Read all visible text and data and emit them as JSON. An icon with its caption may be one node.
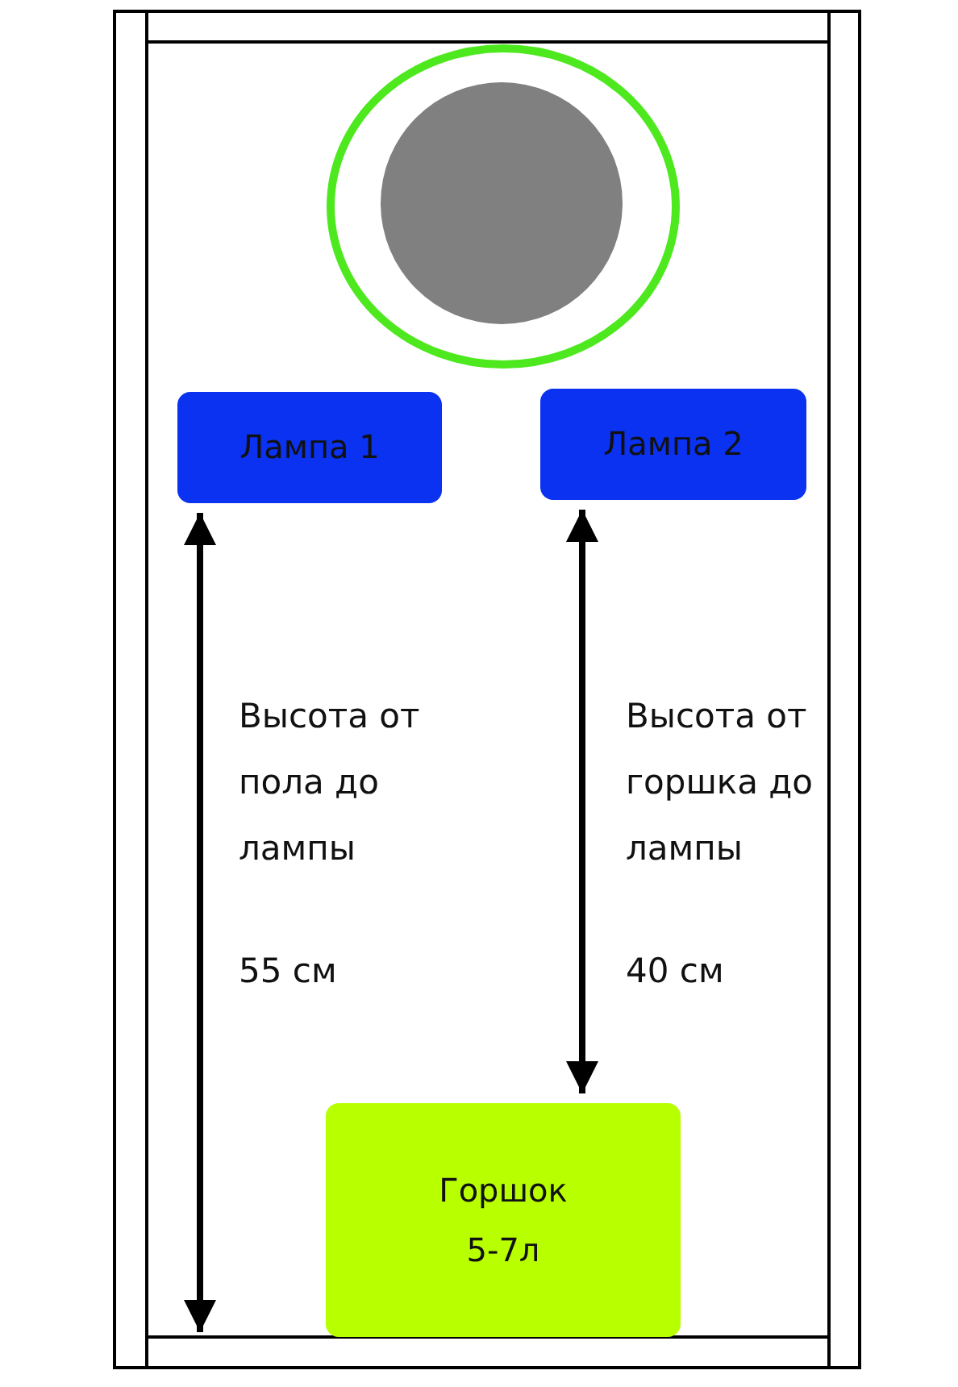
{
  "diagram": {
    "nodes": [
      {
        "text": [
          "Лампа 1"
        ]
      },
      {
        "text": [
          "Лампа 2"
        ]
      },
      {
        "text": [
          "Горшок 5-7л"
        ]
      }
    ],
    "edges": [
      {
        "from": 1,
        "to": 2,
        "arrow": "both"
      }
    ],
    "labels": [
      "Высота от пола до лампы",
      "55 см",
      "Высота от горшка до лампы",
      "40 см"
    ]
  }
}
